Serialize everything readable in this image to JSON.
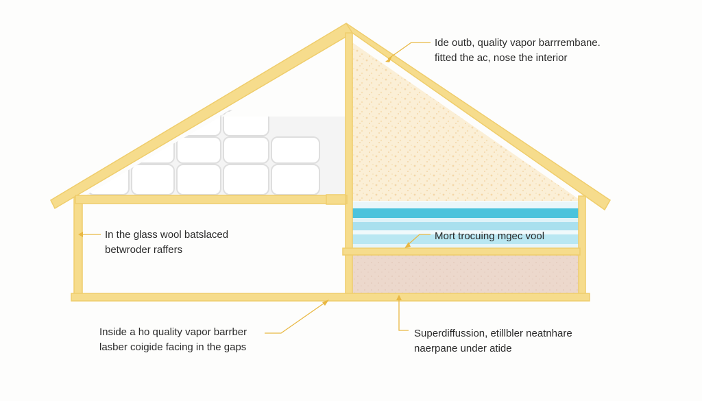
{
  "colors": {
    "background": "#fdfdfc",
    "timber": "#f6dc8c",
    "timber_edge": "#efcd6c",
    "leader": "#e9b843",
    "glass_wool": "#f2f2f2",
    "membrane_fill": "#fbefd6",
    "mineral_wool_blue": "#4bc3dc",
    "mineral_wool_light": "#b9e7f2",
    "board_fill": "#ecd8cc",
    "text": "#2a2a2a"
  },
  "labels": {
    "membrane": {
      "line1": "Ide outb, quality vapor barrrembane.",
      "line2": "fitted the ac, nose the interior"
    },
    "glass_wool": {
      "line1": "In the glass wool batslaced",
      "line2": "betwroder raffers"
    },
    "mineral_wool": {
      "line1": "Mort trocuing mgec vool"
    },
    "vapor_barrier": {
      "line1": "Inside a ho quality vapor barrber",
      "line2": "lasber coigide facing in the gaps"
    },
    "superdiffusion": {
      "line1": "Superdiffussion, etillbler neatnhare",
      "line2": "naerpane under atide"
    }
  }
}
